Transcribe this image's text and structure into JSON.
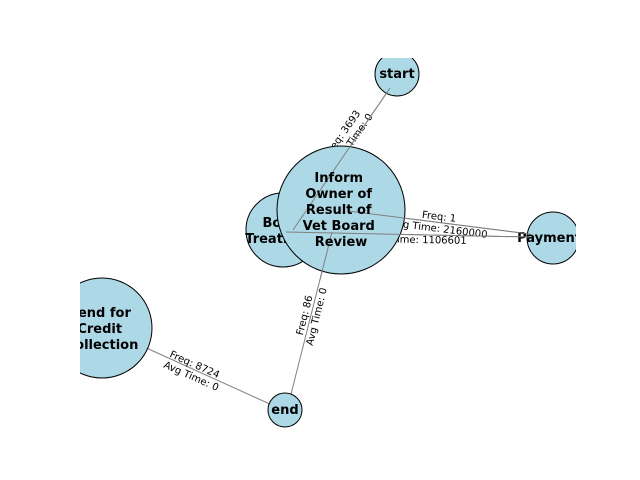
{
  "diagram": {
    "node_fill": "#add8e6",
    "node_stroke": "#000000",
    "edge_color": "#808080",
    "nodes": {
      "start": "start",
      "inform_owner": [
        "Inform",
        "Owner of",
        "Result of",
        "Vet Board",
        "Review"
      ],
      "book_treatment": [
        "Book",
        "Treatment"
      ],
      "payment": "Payment",
      "send_credit": [
        "Send for",
        "Credit",
        "Collection"
      ],
      "end": "end"
    },
    "edges": {
      "start_to_book": [
        "Freq: 3693",
        "Avg Time: 0"
      ],
      "inform_to_payment": [
        "Freq: 1",
        "Avg Time: 2160000"
      ],
      "book_to_payment": [
        "Avg Time: 1106601"
      ],
      "book_to_end": [
        "Freq: 86",
        "Avg Time: 0"
      ],
      "send_credit_to_end": [
        "Freq: 8724",
        "Avg Time: 0"
      ]
    }
  }
}
